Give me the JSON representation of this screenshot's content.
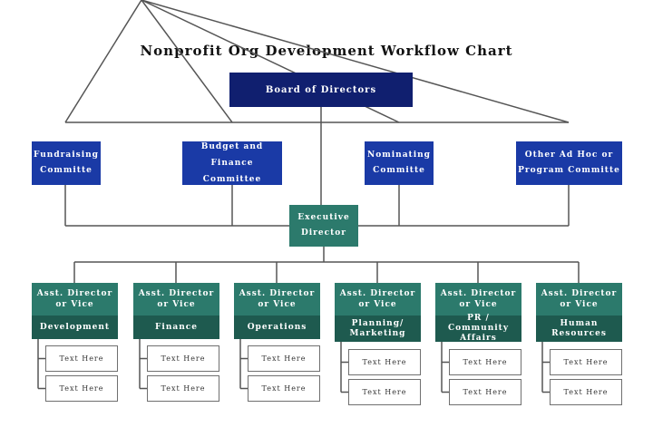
{
  "title": "Nonprofit Org Development Workflow Chart",
  "colors": {
    "navy": "#101f6f",
    "blue": "#1a3aa6",
    "teal_dark": "#1e5a4f",
    "teal_light": "#2c7a6c",
    "line": "#555555"
  },
  "board": "Board of Directors",
  "committees": [
    "Fundraising\nCommitte",
    "Budget and\nFinance\nCommittee",
    "Nominating\nCommitte",
    "Other Ad Hoc or\nProgram Committe"
  ],
  "executive": "Executive\nDirector",
  "departments": [
    {
      "role": "Asst. Director\nor Vice",
      "name": "Development",
      "items": [
        "Text Here",
        "Text Here"
      ]
    },
    {
      "role": "Asst. Director\nor Vice",
      "name": "Finance",
      "items": [
        "Text Here",
        "Text Here"
      ]
    },
    {
      "role": "Asst. Director\nor Vice",
      "name": "Operations",
      "items": [
        "Text Here",
        "Text Here"
      ]
    },
    {
      "role": "Asst. Director\nor Vice",
      "name": "Planning/\nMarketing",
      "items": [
        "Text Here",
        "Text Here"
      ]
    },
    {
      "role": "Asst. Director\nor Vice",
      "name": "PR / Community\nAffairs",
      "items": [
        "Text Here",
        "Text Here"
      ]
    },
    {
      "role": "Asst. Director\nor Vice",
      "name": "Human\nResources",
      "items": [
        "Text Here",
        "Text Here"
      ]
    }
  ]
}
